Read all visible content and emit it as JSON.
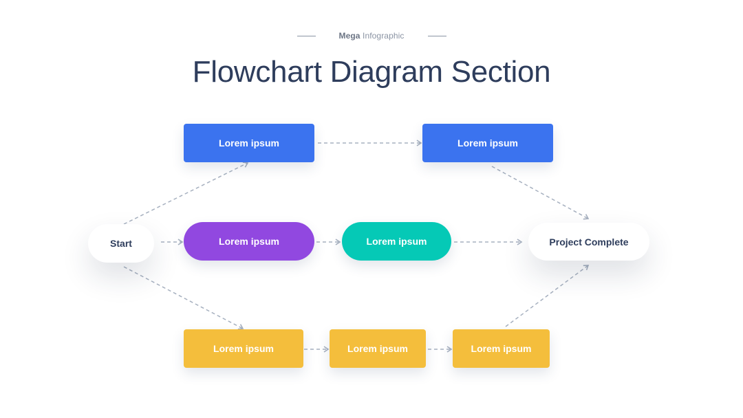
{
  "header": {
    "eyebrow_bold": "Mega",
    "eyebrow_rest": " Infographic",
    "title": "Flowchart Diagram Section"
  },
  "colors": {
    "blue": "#3b73ef",
    "purple": "#9148e0",
    "teal": "#05c9b6",
    "yellow": "#f4be3c",
    "connector": "#a6b0bf",
    "title": "#2e3d5c"
  },
  "nodes": {
    "start": "Start",
    "end": "Project Complete",
    "blue_1": "Lorem ipsum",
    "blue_2": "Lorem ipsum",
    "purple": "Lorem ipsum",
    "teal": "Lorem ipsum",
    "yellow_1": "Lorem ipsum",
    "yellow_2": "Lorem ipsum",
    "yellow_3": "Lorem ipsum"
  }
}
